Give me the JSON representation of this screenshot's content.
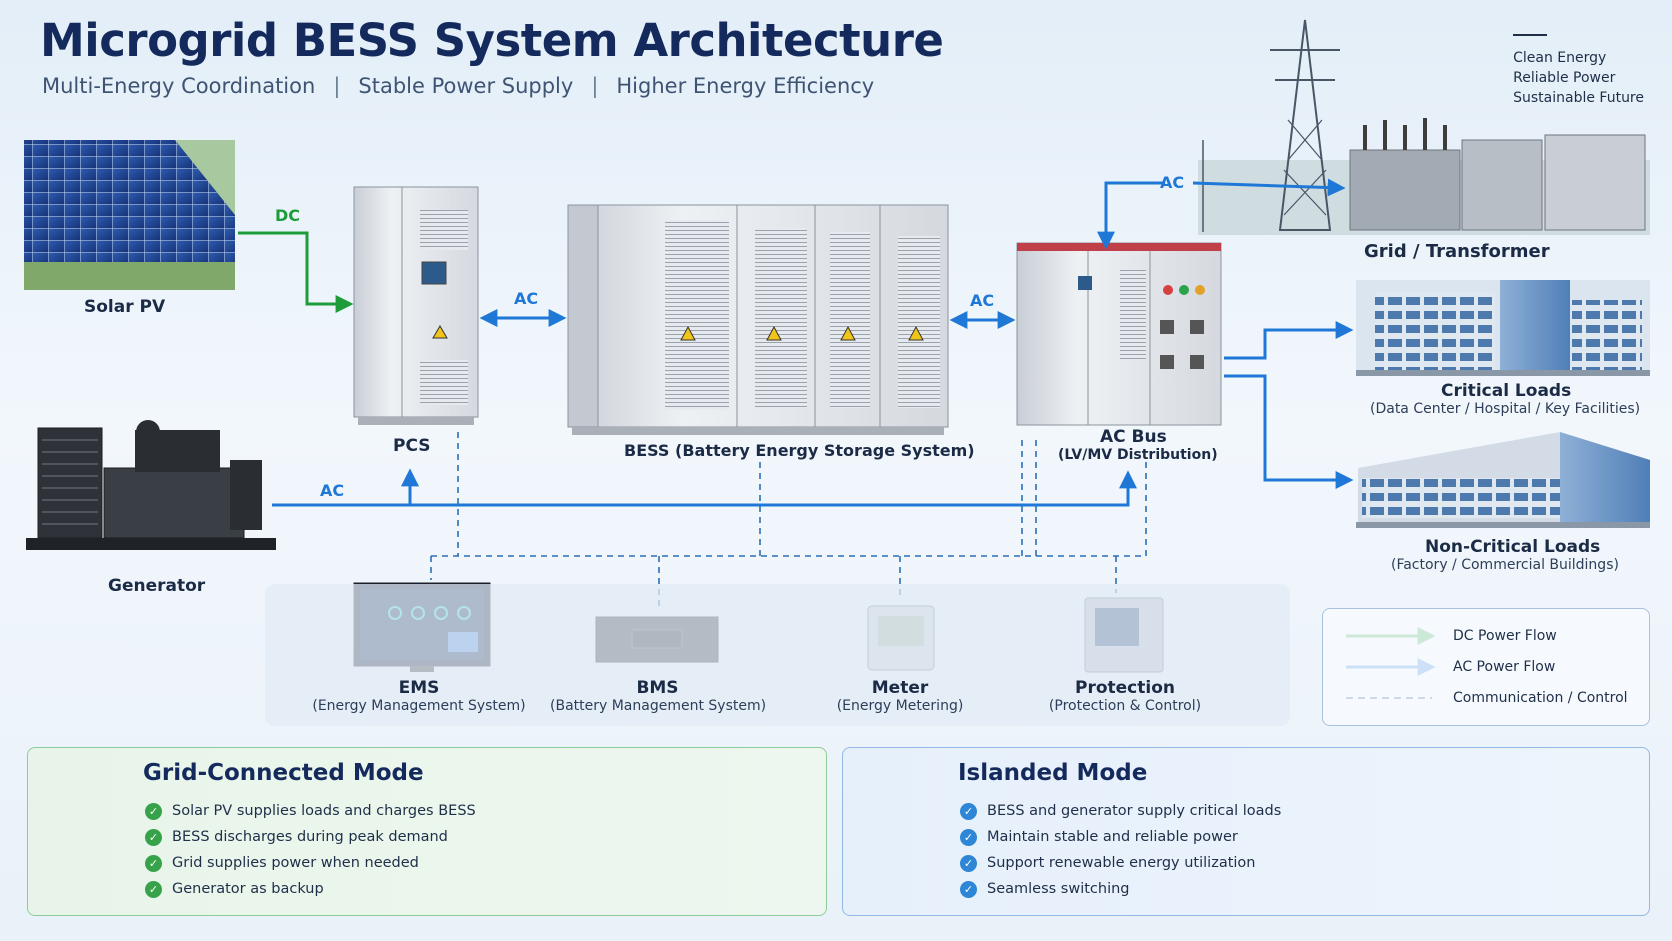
{
  "header": {
    "title": "Microgrid BESS System Architecture",
    "subtitle_items": [
      "Multi-Energy Coordination",
      "Stable Power Supply",
      "Higher Energy Efficiency"
    ],
    "separator": "|",
    "tagline": [
      "Clean Energy",
      "Reliable Power",
      "Sustainable Future"
    ]
  },
  "nodes": {
    "solar": {
      "label": "Solar PV"
    },
    "pcs": {
      "label": "PCS"
    },
    "bess": {
      "label": "BESS (Battery Energy Storage System)"
    },
    "acbus": {
      "label": "AC Bus",
      "sublabel": "(LV/MV Distribution)"
    },
    "grid": {
      "label": "Grid / Transformer"
    },
    "critical": {
      "label": "Critical Loads",
      "sublabel": "(Data Center / Hospital / Key Facilities)"
    },
    "noncritical": {
      "label": "Non-Critical Loads",
      "sublabel": "(Factory / Commercial Buildings)"
    },
    "generator": {
      "label": "Generator"
    }
  },
  "flow_labels": {
    "solar_pcs": "DC",
    "pcs_bess": "AC",
    "bess_acbus": "AC",
    "grid_acbus": "AC",
    "generator_bus": "AC"
  },
  "control_devices": [
    {
      "name": "EMS",
      "desc": "(Energy Management System)"
    },
    {
      "name": "BMS",
      "desc": "(Battery Management System)"
    },
    {
      "name": "Meter",
      "desc": "(Energy Metering)"
    },
    {
      "name": "Protection",
      "desc": "(Protection & Control)"
    }
  ],
  "legend": {
    "items": [
      {
        "label": "DC Power Flow",
        "style": "arrow",
        "color": "#1e9c3a"
      },
      {
        "label": "AC Power Flow",
        "style": "arrow",
        "color": "#1f78d6"
      },
      {
        "label": "Communication / Control",
        "style": "dashed",
        "color": "#2b4e84"
      }
    ]
  },
  "modes": {
    "grid": {
      "title": "Grid-Connected Mode",
      "items": [
        "Solar PV supplies loads and charges BESS",
        "BESS discharges during peak demand",
        "Grid supplies power when needed",
        "Generator as backup"
      ]
    },
    "island": {
      "title": "Islanded Mode",
      "items": [
        "BESS and generator supply critical loads",
        "Maintain stable and reliable power",
        "Support renewable energy utilization",
        "Seamless switching"
      ]
    }
  },
  "colors": {
    "dc": "#1e9c3a",
    "ac": "#1f78d6",
    "comm": "#2b6fb5",
    "title": "#142a5c"
  }
}
